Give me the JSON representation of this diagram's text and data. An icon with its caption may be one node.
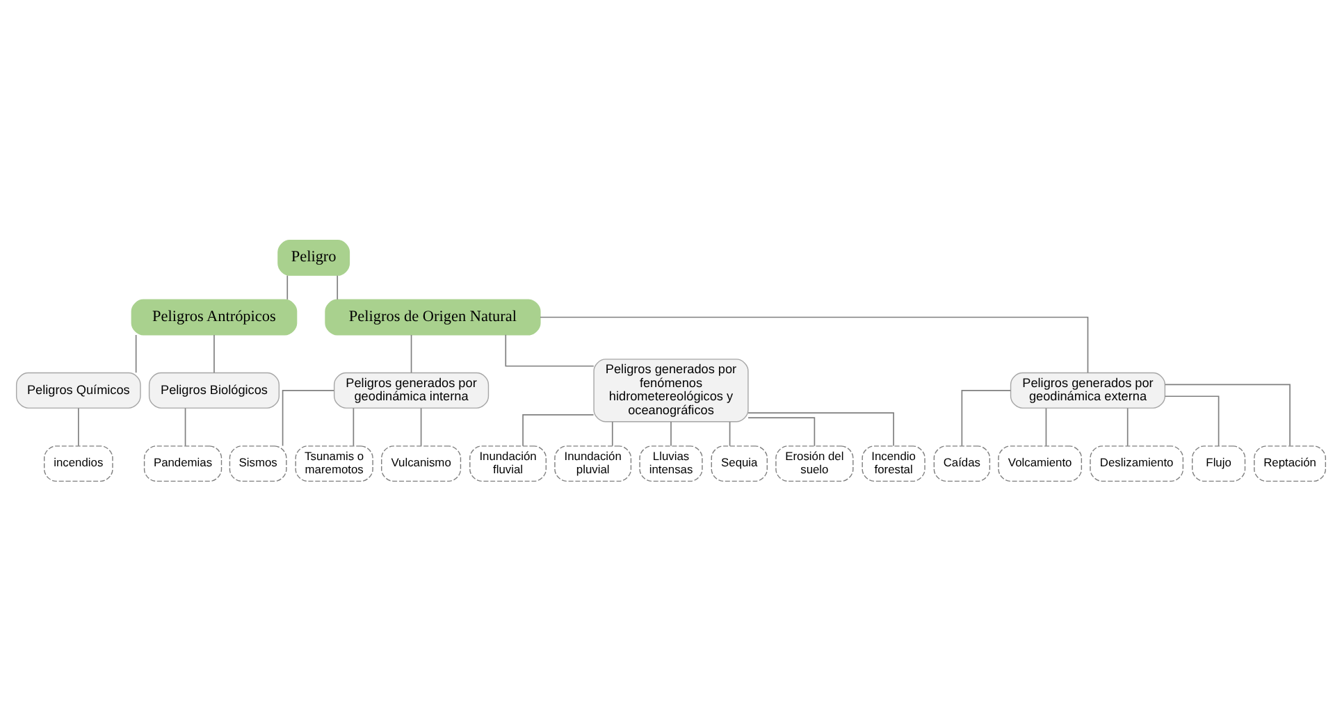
{
  "diagram": {
    "nodes": [
      {
        "text": [
          "Peligro"
        ]
      },
      {
        "text": [
          "Peligros Antrópicos"
        ]
      },
      {
        "text": [
          "Peligros de Origen Natural"
        ]
      },
      {
        "text": [
          "Peligros Químicos"
        ]
      },
      {
        "text": [
          "Peligros Biológicos"
        ]
      },
      {
        "text": [
          "incendios"
        ]
      },
      {
        "text": [
          "Pandemias"
        ]
      },
      {
        "text": [
          "Peligros generados por geodinámica interna"
        ]
      },
      {
        "text": [
          "Peligros generados por fenómenos hidrometereológicos y oceanográficos"
        ]
      },
      {
        "text": [
          "Peligros generados por geodinámica externa"
        ]
      },
      {
        "text": [
          "Sismos"
        ]
      },
      {
        "text": [
          "Tsunamis o maremotos"
        ]
      },
      {
        "text": [
          "Vulcanismo"
        ]
      },
      {
        "text": [
          "Inundación fluvial"
        ]
      },
      {
        "text": [
          "Inundación pluvial"
        ]
      },
      {
        "text": [
          "Lluvias intensas"
        ]
      },
      {
        "text": [
          "Sequia"
        ]
      },
      {
        "text": [
          "Erosión del suelo"
        ]
      },
      {
        "text": [
          "Incendio forestal"
        ]
      },
      {
        "text": [
          "Caídas"
        ]
      },
      {
        "text": [
          "Volcamiento"
        ]
      },
      {
        "text": [
          "Deslizamiento"
        ]
      },
      {
        "text": [
          "Flujo"
        ]
      },
      {
        "text": [
          "Reptación"
        ]
      }
    ],
    "edges": [
      {
        "from": 0,
        "to": 1,
        "arrow": "none"
      },
      {
        "from": 0,
        "to": 2,
        "arrow": "none"
      },
      {
        "from": 1,
        "to": 3,
        "arrow": "none"
      },
      {
        "from": 1,
        "to": 4,
        "arrow": "none"
      },
      {
        "from": 3,
        "to": 5,
        "arrow": "none"
      },
      {
        "from": 4,
        "to": 6,
        "arrow": "none"
      },
      {
        "from": 2,
        "to": 7,
        "arrow": "none"
      },
      {
        "from": 2,
        "to": 8,
        "arrow": "none"
      },
      {
        "from": 2,
        "to": 9,
        "arrow": "none"
      },
      {
        "from": 7,
        "to": 10,
        "arrow": "none"
      },
      {
        "from": 7,
        "to": 11,
        "arrow": "none"
      },
      {
        "from": 7,
        "to": 12,
        "arrow": "none"
      },
      {
        "from": 8,
        "to": 13,
        "arrow": "none"
      },
      {
        "from": 8,
        "to": 14,
        "arrow": "none"
      },
      {
        "from": 8,
        "to": 15,
        "arrow": "none"
      },
      {
        "from": 8,
        "to": 16,
        "arrow": "none"
      },
      {
        "from": 8,
        "to": 17,
        "arrow": "none"
      },
      {
        "from": 8,
        "to": 18,
        "arrow": "none"
      },
      {
        "from": 9,
        "to": 19,
        "arrow": "none"
      },
      {
        "from": 9,
        "to": 20,
        "arrow": "none"
      },
      {
        "from": 9,
        "to": 21,
        "arrow": "none"
      },
      {
        "from": 9,
        "to": 22,
        "arrow": "none"
      },
      {
        "from": 9,
        "to": 23,
        "arrow": "none"
      }
    ]
  }
}
